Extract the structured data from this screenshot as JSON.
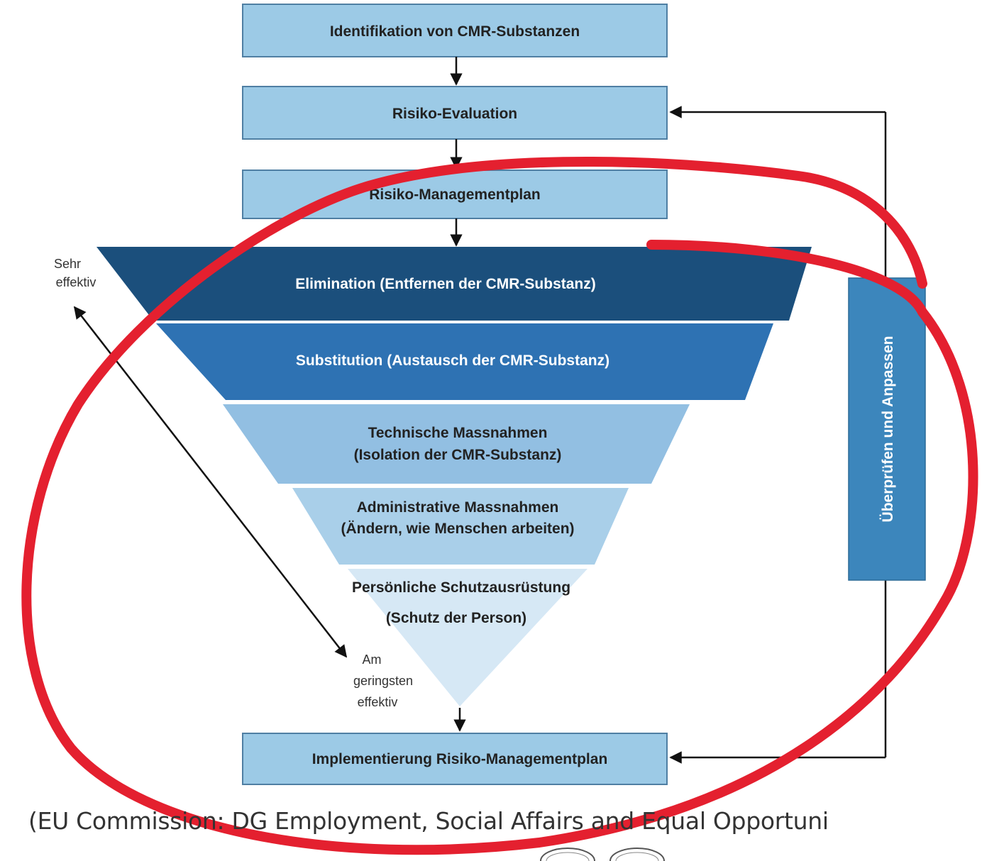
{
  "boxes": {
    "identification": "Identifikation von CMR-Substanzen",
    "evaluation": "Risiko-Evaluation",
    "plan": "Risiko-Managementplan",
    "implementation": "Implementierung Risiko-Managementplan"
  },
  "hierarchy": [
    {
      "lines": [
        "Elimination (Entfernen der CMR-Substanz)"
      ],
      "color": "#1b4f7c",
      "text_color": "#ffffff"
    },
    {
      "lines": [
        "Substitution (Austausch der CMR-Substanz)"
      ],
      "color": "#2e72b3",
      "text_color": "#ffffff"
    },
    {
      "lines": [
        "Technische Massnahmen",
        "(Isolation der CMR-Substanz)"
      ],
      "color": "#92bfe2",
      "text_color": "#222222"
    },
    {
      "lines": [
        "Administrative Massnahmen",
        "(Ändern, wie Menschen arbeiten)"
      ],
      "color": "#a9cfe9",
      "text_color": "#222222"
    },
    {
      "lines": [
        "Persönliche Schutzausrüstung",
        "(Schutz der Person)"
      ],
      "color": "#d6e8f5",
      "text_color": "#222222"
    }
  ],
  "effectiveness": {
    "top_line1": "Sehr",
    "top_line2": "effektiv",
    "bottom_line1": "Am",
    "bottom_line2": "geringsten",
    "bottom_line3": "effektiv"
  },
  "side_bar_label": "Überprüfen und Anpassen",
  "caption": "(EU Commission: DG Employment, Social Affairs and Equal Opportuni",
  "colors": {
    "box_fill": "#9ccae6",
    "box_stroke": "#4f7fa3",
    "side_bar": "#3c86bc",
    "annotation": "#e4202f"
  }
}
